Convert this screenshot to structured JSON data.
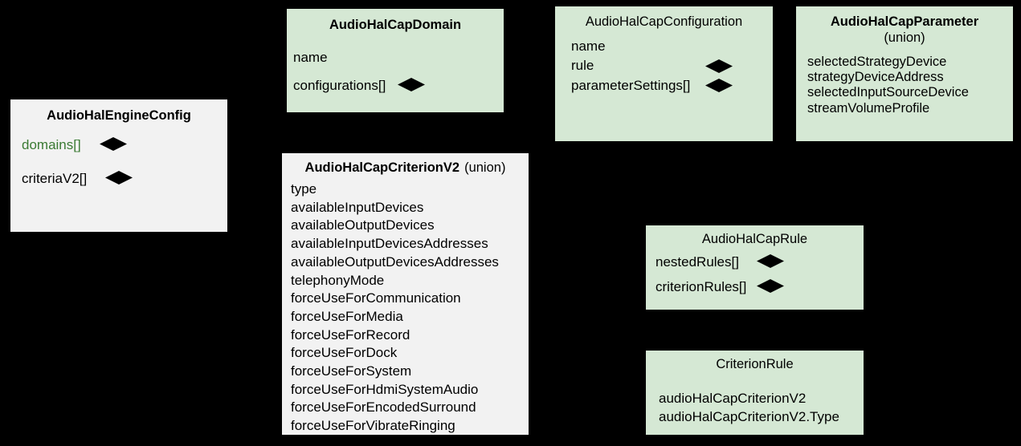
{
  "diagram": {
    "type": "uml-class-diagram",
    "background_color": "#000000",
    "colors": {
      "green_box": "#d5e8d4",
      "gray_box": "#f2f2f2",
      "text": "#000000",
      "accent_green_text": "#3a7a33",
      "connector": "#000000"
    }
  },
  "boxes": {
    "engine_config": {
      "title": "AudioHalEngineConfig",
      "fill": "#f2f2f2",
      "attributes": [
        {
          "label": "domains[]",
          "color": "#3a7a33",
          "composition": true
        },
        {
          "label": "criteriaV2[]",
          "color": "#000000",
          "composition": true
        }
      ]
    },
    "cap_domain": {
      "title": "AudioHalCapDomain",
      "fill": "#d5e8d4",
      "attributes": [
        {
          "label": "name",
          "composition": false
        },
        {
          "label": "configurations[]",
          "composition": true
        }
      ]
    },
    "cap_configuration": {
      "title": "AudioHalCapConfiguration",
      "fill": "#d5e8d4",
      "attributes": [
        {
          "label": "name",
          "composition": false
        },
        {
          "label": "rule",
          "composition": true
        },
        {
          "label": "parameterSettings[]",
          "composition": true
        }
      ]
    },
    "cap_parameter": {
      "title": "AudioHalCapParameter",
      "subtitle": "(union)",
      "fill": "#d5e8d4",
      "attributes": [
        {
          "label": "selectedStrategyDevice"
        },
        {
          "label": "strategyDeviceAddress"
        },
        {
          "label": "selectedInputSourceDevice"
        },
        {
          "label": "streamVolumeProfile"
        }
      ]
    },
    "cap_criterion_v2": {
      "title": "AudioHalCapCriterionV2",
      "subtitle": "(union)",
      "fill": "#f2f2f2",
      "attributes": [
        {
          "label": "type"
        },
        {
          "label": "availableInputDevices"
        },
        {
          "label": "availableOutputDevices"
        },
        {
          "label": "availableInputDevicesAddresses"
        },
        {
          "label": "availableOutputDevicesAddresses"
        },
        {
          "label": "telephonyMode"
        },
        {
          "label": "forceUseForCommunication"
        },
        {
          "label": "forceUseForMedia"
        },
        {
          "label": "forceUseForRecord"
        },
        {
          "label": "forceUseForDock"
        },
        {
          "label": "forceUseForSystem"
        },
        {
          "label": "forceUseForHdmiSystemAudio"
        },
        {
          "label": "forceUseForEncodedSurround"
        },
        {
          "label": "forceUseForVibrateRinging"
        }
      ]
    },
    "cap_rule": {
      "title": "AudioHalCapRule",
      "fill": "#d5e8d4",
      "attributes": [
        {
          "label": "nestedRules[]",
          "composition": true
        },
        {
          "label": "criterionRules[]",
          "composition": true
        }
      ]
    },
    "criterion_rule": {
      "title": "CriterionRule",
      "fill": "#d5e8d4",
      "attributes": [
        {
          "label": "audioHalCapCriterionV2"
        },
        {
          "label": "audioHalCapCriterionV2.Type"
        }
      ]
    }
  }
}
